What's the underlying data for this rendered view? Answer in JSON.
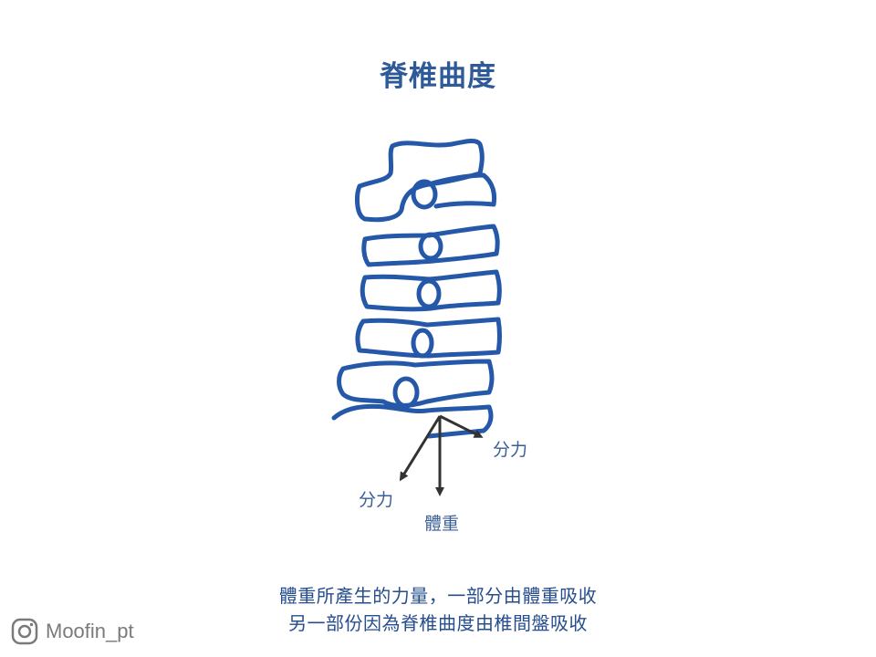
{
  "title": "脊椎曲度",
  "labels": {
    "shear_force_right": "分力",
    "shear_force_left": "分力",
    "body_weight": "體重"
  },
  "caption": {
    "line1": "體重所產生的力量，一部分由體重吸收",
    "line2": "另一部份因為脊椎曲度由椎間盤吸收"
  },
  "watermark": {
    "icon": "instagram-icon",
    "handle": "Moofin_pt"
  },
  "colors": {
    "spine_stroke": "#2558a8",
    "arrow": "#333333",
    "title": "#2f5a9a",
    "text": "#264d8e",
    "watermark": "#7a7a7a"
  }
}
